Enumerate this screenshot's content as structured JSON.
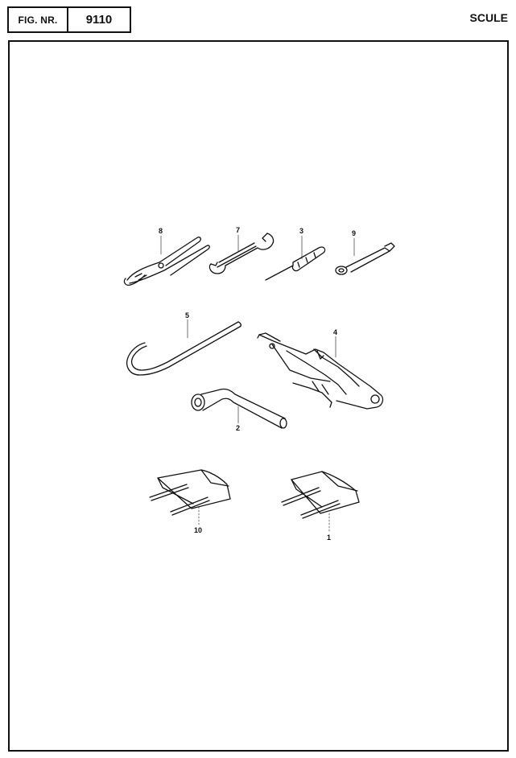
{
  "header": {
    "fig_label": "FIG. NR.",
    "fig_number": "9110",
    "section_title": "SCULE"
  },
  "callouts": {
    "pliers": "8",
    "wrench": "7",
    "screwdriver": "3",
    "spark_plug_tool": "9",
    "hook_rod": "5",
    "jack": "4",
    "box_wrench": "2",
    "tool_bag_left": "10",
    "tool_bag_right": "1"
  }
}
